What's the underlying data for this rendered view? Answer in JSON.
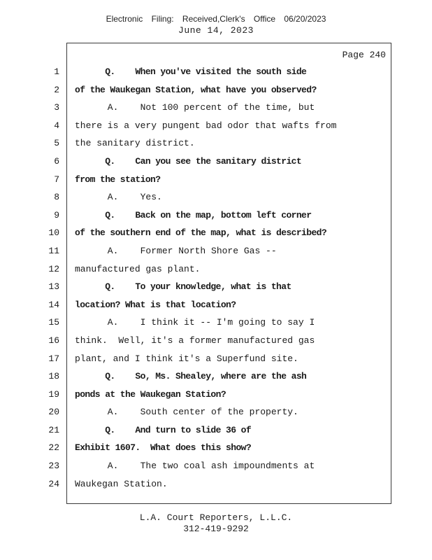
{
  "header": {
    "filing_stamp": "Electronic Filing: Received,Clerk's Office 06/20/2023",
    "hearing_date": "June 14, 2023"
  },
  "transcript": {
    "page_label": "Page 240",
    "lines": [
      {
        "num": "1",
        "bold": true,
        "text": "      Q.    When you've visited the south side"
      },
      {
        "num": "2",
        "bold": true,
        "text": "of the Waukegan Station, what have you observed?"
      },
      {
        "num": "3",
        "bold": false,
        "text": "      A.    Not 100 percent of the time, but"
      },
      {
        "num": "4",
        "bold": false,
        "text": "there is a very pungent bad odor that wafts from"
      },
      {
        "num": "5",
        "bold": false,
        "text": "the sanitary district."
      },
      {
        "num": "6",
        "bold": true,
        "text": "      Q.    Can you see the sanitary district"
      },
      {
        "num": "7",
        "bold": true,
        "text": "from the station?"
      },
      {
        "num": "8",
        "bold": false,
        "text": "      A.    Yes."
      },
      {
        "num": "9",
        "bold": true,
        "text": "      Q.    Back on the map, bottom left corner"
      },
      {
        "num": "10",
        "bold": true,
        "text": "of the southern end of the map, what is described?"
      },
      {
        "num": "11",
        "bold": false,
        "text": "      A.    Former North Shore Gas --"
      },
      {
        "num": "12",
        "bold": false,
        "text": "manufactured gas plant."
      },
      {
        "num": "13",
        "bold": true,
        "text": "      Q.    To your knowledge, what is that"
      },
      {
        "num": "14",
        "bold": true,
        "text": "location? What is that location?"
      },
      {
        "num": "15",
        "bold": false,
        "text": "      A.    I think it -- I'm going to say I"
      },
      {
        "num": "16",
        "bold": false,
        "text": "think.  Well, it's a former manufactured gas"
      },
      {
        "num": "17",
        "bold": false,
        "text": "plant, and I think it's a Superfund site."
      },
      {
        "num": "18",
        "bold": true,
        "text": "      Q.    So, Ms. Shealey, where are the ash"
      },
      {
        "num": "19",
        "bold": true,
        "text": "ponds at the Waukegan Station?"
      },
      {
        "num": "20",
        "bold": false,
        "text": "      A.    South center of the property."
      },
      {
        "num": "21",
        "bold": true,
        "text": "      Q.    And turn to slide 36 of"
      },
      {
        "num": "22",
        "bold": true,
        "text": "Exhibit 1607.  What does this show?"
      },
      {
        "num": "23",
        "bold": false,
        "text": "      A.    The two coal ash impoundments at"
      },
      {
        "num": "24",
        "bold": false,
        "text": "Waukegan Station."
      }
    ]
  },
  "footer": {
    "reporter": "L.A. Court Reporters, L.L.C.",
    "phone": "312-419-9292"
  }
}
